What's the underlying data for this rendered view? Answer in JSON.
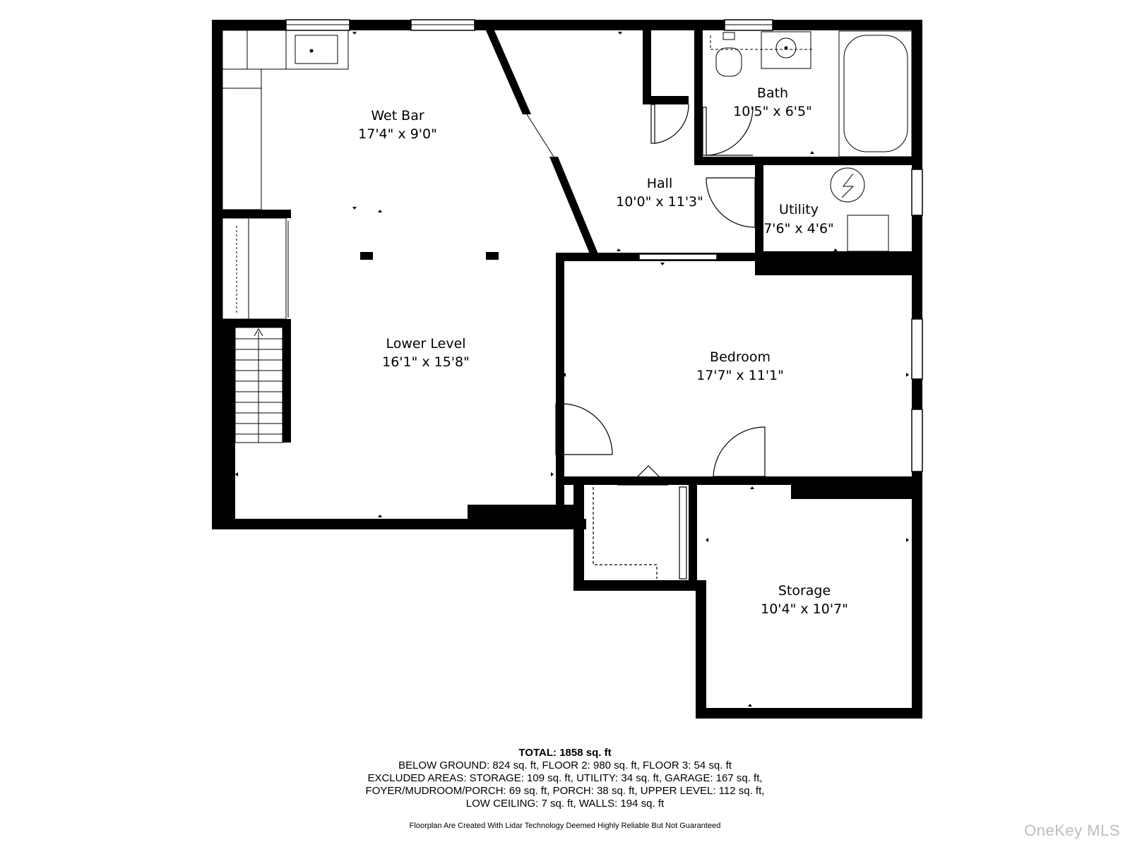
{
  "rooms": {
    "wet_bar": {
      "name": "Wet Bar",
      "size": "17'4\" x 9'0\""
    },
    "hall": {
      "name": "Hall",
      "size": "10'0\" x 11'3\""
    },
    "bath": {
      "name": "Bath",
      "size": "10'5\" x 6'5\""
    },
    "utility": {
      "name": "Utility",
      "size": "7'6\" x 4'6\""
    },
    "lower_level": {
      "name": "Lower Level",
      "size": "16'1\" x 15'8\""
    },
    "bedroom": {
      "name": "Bedroom",
      "size": "17'7\" x 11'1\""
    },
    "storage": {
      "name": "Storage",
      "size": "10'4\" x 10'7\""
    }
  },
  "summary": {
    "total_label": "TOTAL:",
    "total_value": "1858 sq. ft",
    "lines": [
      "BELOW GROUND: 824 sq. ft, FLOOR 2: 980 sq. ft, FLOOR 3: 54 sq. ft",
      "EXCLUDED AREAS: STORAGE: 109 sq. ft, UTILITY: 34 sq. ft, GARAGE: 167 sq. ft,",
      "FOYER/MUDROOM/PORCH: 69 sq. ft, PORCH: 38 sq. ft, UPPER LEVEL: 112 sq. ft,",
      "LOW CEILING: 7 sq. ft, WALLS: 194 sq. ft"
    ]
  },
  "disclaimer": "Floorplan Are Created With Lidar Technology Deemed Highly Reliable But Not Guaranteed",
  "watermark": "OneKey MLS",
  "colors": {
    "wall": "#000000",
    "background": "#ffffff",
    "watermark": "#bdbdbd"
  }
}
